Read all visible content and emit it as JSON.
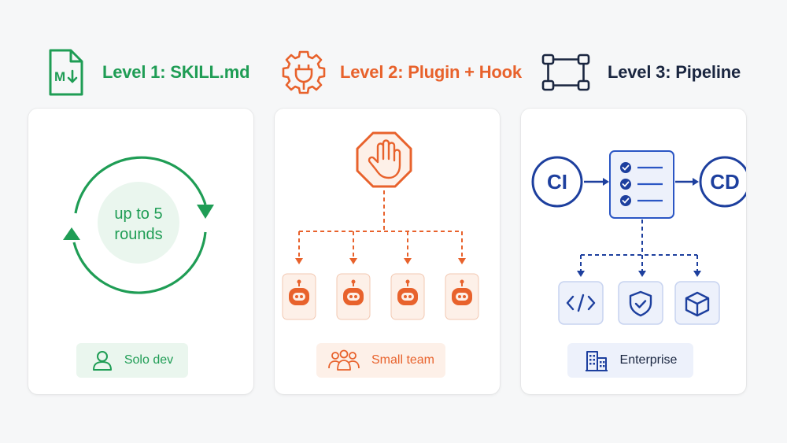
{
  "levels": [
    {
      "title": "Level 1: SKILL.md",
      "header_icon": "markdown-file-icon",
      "accent": "#1f9d55",
      "center_text_line1": "up to 5",
      "center_text_line2": "rounds",
      "audience_icon": "user-icon",
      "audience": "Solo dev"
    },
    {
      "title": "Level 2: Plugin + Hook",
      "header_icon": "gear-plug-icon",
      "accent": "#e8622c",
      "hook_icon": "stop-hand-icon",
      "agent_icon": "robot-icon",
      "agents_count": 4,
      "audience_icon": "team-icon",
      "audience": "Small team"
    },
    {
      "title": "Level 3: Pipeline",
      "header_icon": "pipeline-icon",
      "accent": "#1d3f9e",
      "left_node": "CI",
      "right_node": "CD",
      "checklist_icon": "checklist-icon",
      "outputs": [
        "code-icon",
        "shield-check-icon",
        "cube-icon"
      ],
      "audience_icon": "building-icon",
      "audience": "Enterprise"
    }
  ],
  "colors": {
    "green": "#1f9d55",
    "green_soft": "#eaf6ee",
    "orange": "#e8622c",
    "orange_soft": "#fdf0e8",
    "blue": "#1d3f9e",
    "blue_mid": "#2b56c4",
    "blue_soft": "#edf1fb"
  }
}
